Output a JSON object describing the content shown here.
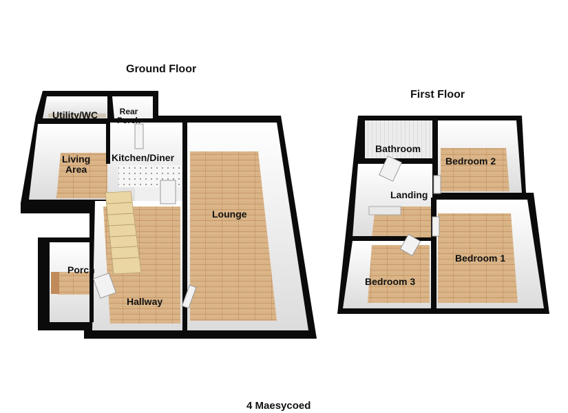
{
  "floors": {
    "ground": {
      "title": "Ground Floor",
      "rooms": {
        "utility": "Utility/WC",
        "rear_porch_line1": "Rear",
        "rear_porch_line2": "Porch",
        "living_line1": "Living",
        "living_line2": "Area",
        "kitchen": "Kitchen/Diner",
        "lounge": "Lounge",
        "porch": "Porch",
        "hallway": "Hallway"
      }
    },
    "first": {
      "title": "First Floor",
      "rooms": {
        "bathroom": "Bathroom",
        "bedroom2": "Bedroom 2",
        "landing": "Landing",
        "bedroom1": "Bedroom 1",
        "bedroom3": "Bedroom 3"
      }
    }
  },
  "caption": "4 Maesycoed",
  "colors": {
    "wall": "#0b0b0b",
    "wall_inner": "#f2f2f2",
    "floor_wood": "#d8b48a",
    "floor_wood_line": "#c59b6c",
    "floor_tile": "#f7f7f7",
    "stairs": "#e8d4a0",
    "bath_tile": "#e6e6e6"
  }
}
